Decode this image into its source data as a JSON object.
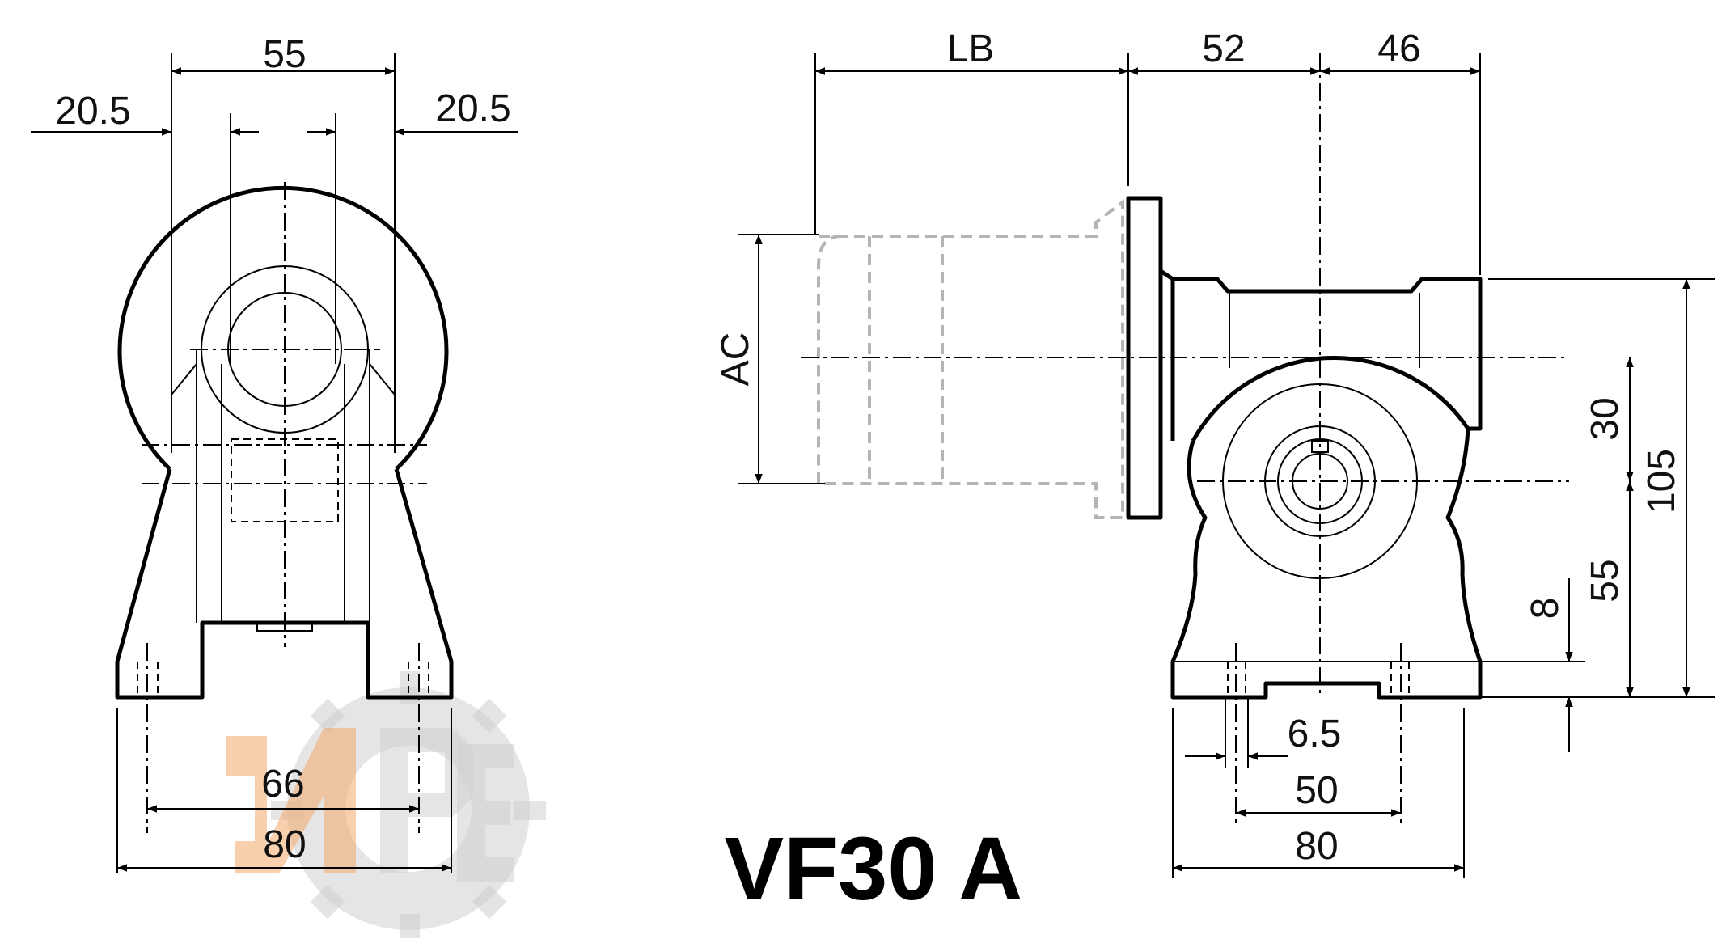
{
  "title": "VF30 A",
  "left_view": {
    "dims": {
      "top_width": "55",
      "left_offset": "20.5",
      "right_offset": "20.5",
      "bolt_spacing": "66",
      "base_width": "80"
    }
  },
  "right_view": {
    "dims": {
      "lb": "LB",
      "flange_to_center": "52",
      "center_to_end": "46",
      "ac": "AC",
      "axis_offset": "30",
      "height_total": "105",
      "shaft_height": "55",
      "foot_thickness": "8",
      "hole_diameter": "6.5",
      "hole_spacing": "50",
      "base_width": "80"
    }
  },
  "colors": {
    "line": "#000000",
    "motor_ghost": "#b4b4b4",
    "watermark_gray": "#cfcfcf",
    "watermark_orange": "#f2a96a"
  }
}
